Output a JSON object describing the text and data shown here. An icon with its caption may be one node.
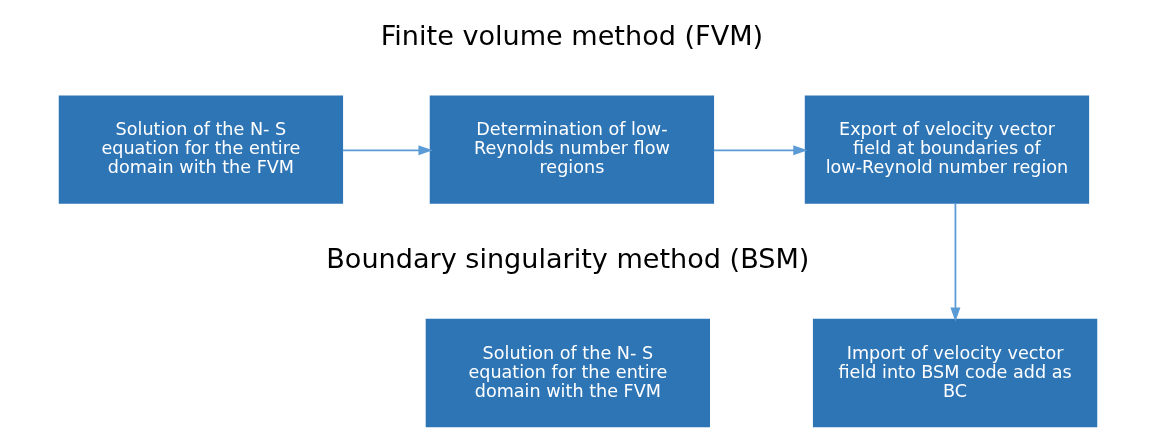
{
  "diagram": {
    "nodes": [
      {
        "text": [
          "Solution of the N- S equation for the entire domain with the FVM"
        ]
      },
      {
        "text": [
          "Determination of low-Reynolds number flow regions"
        ]
      },
      {
        "text": [
          "Export of velocity vector field at boundaries of low-Reynold number region"
        ]
      },
      {
        "text": [
          "Import of velocity vector field into BSM code add as BC"
        ]
      },
      {
        "text": [
          "Solution of the N- S equation for the entire domain with the FVM"
        ]
      }
    ],
    "edges": [
      {
        "from": 0,
        "to": 1,
        "arrow": "to"
      },
      {
        "from": 1,
        "to": 2,
        "arrow": "to"
      },
      {
        "from": 2,
        "to": 3,
        "arrow": "to"
      }
    ],
    "labels": [
      "Finite volume method (FVM)",
      "Boundary singularity method (BSM)"
    ]
  }
}
